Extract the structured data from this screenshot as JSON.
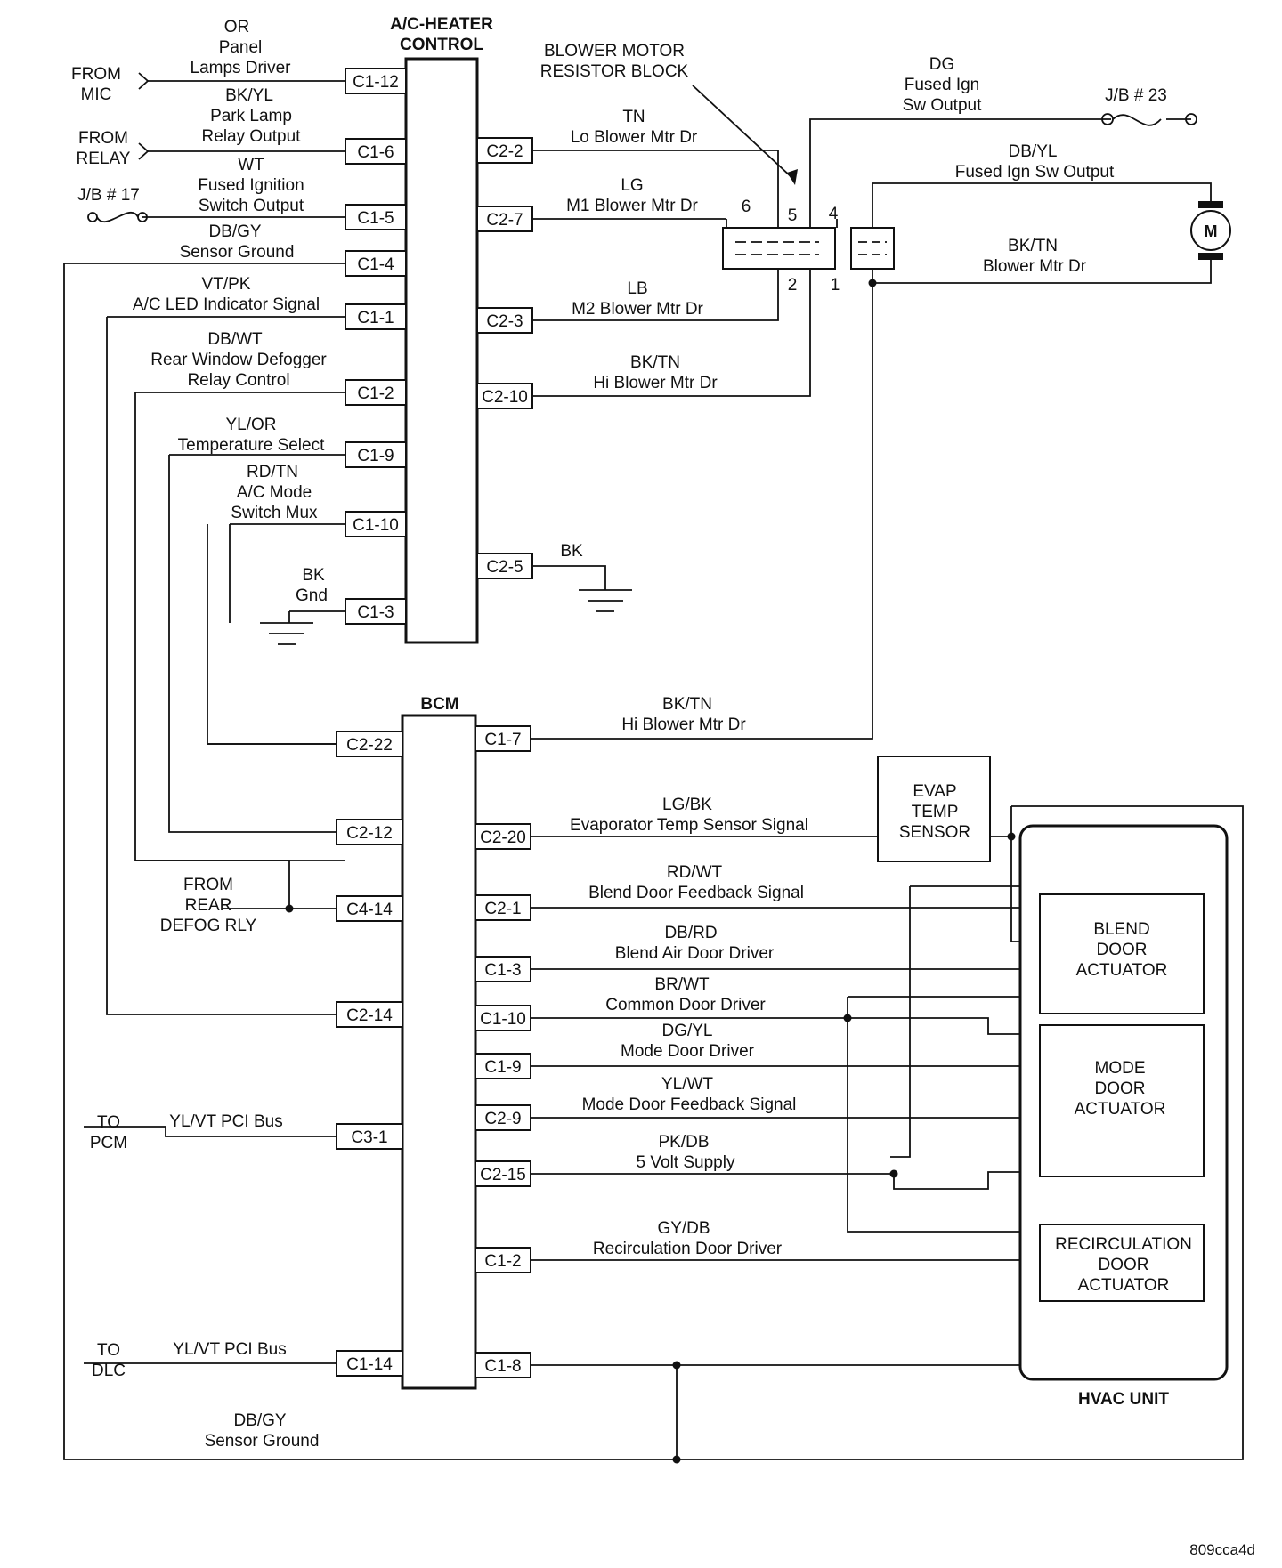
{
  "modules": {
    "ac_heater_control": {
      "line1": "A/C-HEATER",
      "line2": "CONTROL"
    },
    "bcm": "BCM",
    "blower_resistor": {
      "line1": "BLOWER MOTOR",
      "line2": "RESISTOR BLOCK",
      "pins": [
        "6",
        "5",
        "4",
        "2",
        "1"
      ]
    },
    "motor": "M",
    "evap_sensor": [
      "EVAP",
      "TEMP",
      "SENSOR"
    ],
    "blend_actuator": [
      "BLEND",
      "DOOR",
      "ACTUATOR"
    ],
    "mode_actuator": [
      "MODE",
      "DOOR",
      "ACTUATOR"
    ],
    "recirc_actuator": [
      "RECIRCULATION",
      "DOOR",
      "ACTUATOR"
    ],
    "hvac_unit": "HVAC UNIT"
  },
  "sources": {
    "from_mic": [
      "FROM",
      "MIC"
    ],
    "from_relay": [
      "FROM",
      "RELAY"
    ],
    "jb17": "J/B # 17",
    "jb23": "J/B # 23",
    "from_rear_defog": [
      "FROM",
      "REAR",
      "DEFOG RLY"
    ],
    "to_pcm": [
      "TO",
      "PCM"
    ],
    "to_dlc": [
      "TO",
      "DLC"
    ]
  },
  "ac_left_pins": [
    "C1-12",
    "C1-6",
    "C1-5",
    "C1-4",
    "C1-1",
    "C1-2",
    "C1-9",
    "C1-10",
    "C1-3"
  ],
  "ac_right_pins": [
    "C2-2",
    "C2-7",
    "C2-3",
    "C2-10",
    "C2-5"
  ],
  "bcm_left_pins": [
    "C2-22",
    "C2-12",
    "C4-14",
    "C2-14",
    "C3-1",
    "C1-14"
  ],
  "bcm_right_pins": [
    "C1-7",
    "C2-20",
    "C2-1",
    "C1-3",
    "C1-10",
    "C1-9",
    "C2-9",
    "C2-15",
    "C1-2",
    "C1-8"
  ],
  "wires": {
    "or_panel": [
      "OR",
      "Panel",
      "Lamps Driver"
    ],
    "bkyl_park": [
      "BK/YL",
      "Park Lamp",
      "Relay Output"
    ],
    "wt_fused": [
      "WT",
      "Fused Ignition",
      "Switch Output"
    ],
    "dbgy_sensor": [
      "DB/GY",
      "Sensor Ground"
    ],
    "vtpk_led": [
      "VT/PK",
      "A/C LED Indicator Signal"
    ],
    "dbwt_defog": [
      "DB/WT",
      "Rear Window Defogger",
      "Relay Control"
    ],
    "ylor_temp": [
      "YL/OR",
      "Temperature Select"
    ],
    "rdtn_mode": [
      "RD/TN",
      "A/C Mode",
      "Switch Mux"
    ],
    "bk_gnd": [
      "BK",
      "Gnd"
    ],
    "tn_lo": [
      "TN",
      "Lo Blower Mtr Dr"
    ],
    "lg_m1": [
      "LG",
      "M1 Blower Mtr Dr"
    ],
    "lb_m2": [
      "LB",
      "M2 Blower Mtr Dr"
    ],
    "bktn_hi": [
      "BK/TN",
      "Hi Blower Mtr Dr"
    ],
    "bk_c25": "BK",
    "dg_fused": [
      "DG",
      "Fused Ign",
      "Sw Output"
    ],
    "dbyl_fused": [
      "DB/YL",
      "Fused Ign Sw Output"
    ],
    "bktn_blower": [
      "BK/TN",
      "Blower Mtr Dr"
    ],
    "bktn_bcm_hi": [
      "BK/TN",
      "Hi Blower Mtr Dr"
    ],
    "lgbk_evap": [
      "LG/BK",
      "Evaporator Temp Sensor Signal"
    ],
    "rdwt_blend_fb": [
      "RD/WT",
      "Blend Door Feedback Signal"
    ],
    "dbrd_blend": [
      "DB/RD",
      "Blend Air Door Driver"
    ],
    "brwt_common": [
      "BR/WT",
      "Common Door Driver"
    ],
    "dgyl_mode": [
      "DG/YL",
      "Mode Door Driver"
    ],
    "ylwt_mode_fb": [
      "YL/WT",
      "Mode Door Feedback Signal"
    ],
    "pkdb_5v": [
      "PK/DB",
      "5 Volt Supply"
    ],
    "gydb_recirc": [
      "GY/DB",
      "Recirculation Door Driver"
    ],
    "ylvt_pcm": "YL/VT PCI Bus",
    "ylvt_dlc": "YL/VT PCI Bus",
    "dbgy_bottom": [
      "DB/GY",
      "Sensor Ground"
    ]
  },
  "figure_code": "809cca4d"
}
